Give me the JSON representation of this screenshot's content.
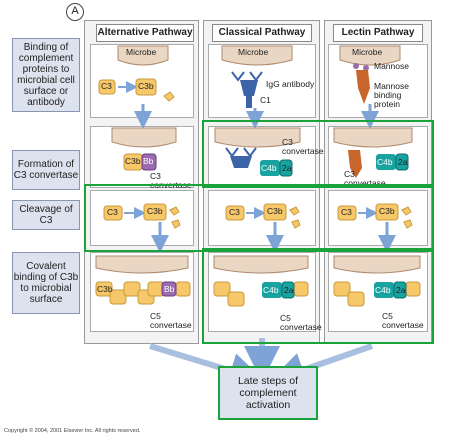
{
  "panel_letter": "A",
  "pathways": [
    {
      "title": "Alternative Pathway"
    },
    {
      "title": "Classical Pathway"
    },
    {
      "title": "Lectin Pathway"
    }
  ],
  "steps": [
    {
      "label": "Binding of complement proteins to microbial cell surface or antibody"
    },
    {
      "label": "Formation of C3 convertase"
    },
    {
      "label": "Cleavage of C3"
    },
    {
      "label": "Covalent binding of C3b to microbial surface"
    }
  ],
  "labels": {
    "microbe": "Microbe",
    "igg": "IgG antibody",
    "c1": "C1",
    "mannose": "Mannose",
    "mbp": "Mannose binding protein",
    "c3": "C3",
    "c3b": "C3b",
    "bb": "Bb",
    "c4b": "C4b",
    "c2a": "2a",
    "c3_convertase": "C3 convertase",
    "c5_convertase": "C5 convertase"
  },
  "late_steps": "Late steps of complement activation",
  "copyright": "Copyright © 2004, 2001 Elsevier Inc. All rights reserved.",
  "colors": {
    "green_box": "#1aa33a",
    "c3": "#f7c86a",
    "c3b": "#f7c86a",
    "bb": "#9b6bb0",
    "c4b": "#18a3a0",
    "c2a": "#18a3a0",
    "microbe": "#e9d7c4",
    "microbe_edge": "#b08a6e",
    "antibody": "#3d63a8",
    "mbp": "#c8652a",
    "arrow": "#7ea3d6"
  }
}
